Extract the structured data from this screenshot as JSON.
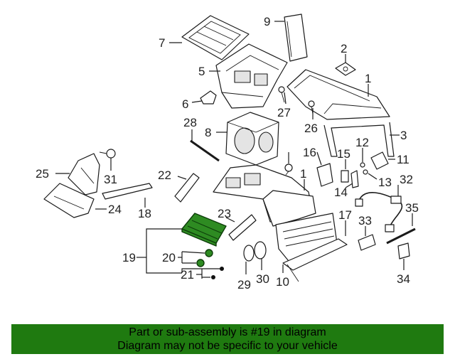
{
  "diagram": {
    "callouts": [
      "1",
      "2",
      "3",
      "5",
      "6",
      "7",
      "8",
      "9",
      "10",
      "11",
      "12",
      "13",
      "14",
      "15",
      "16",
      "17",
      "18",
      "19",
      "20",
      "21",
      "22",
      "23",
      "24",
      "25",
      "26",
      "27",
      "28",
      "29",
      "30",
      "31",
      "32",
      "33",
      "34",
      "35"
    ],
    "second_1": "1",
    "highlighted_part": "19",
    "highlight_color": "#2e8b22"
  },
  "notice": {
    "line1": "Part or sub-assembly is #19 in diagram",
    "line2": "Diagram may not be specific to your vehicle",
    "background_color": "#1f7a10"
  }
}
